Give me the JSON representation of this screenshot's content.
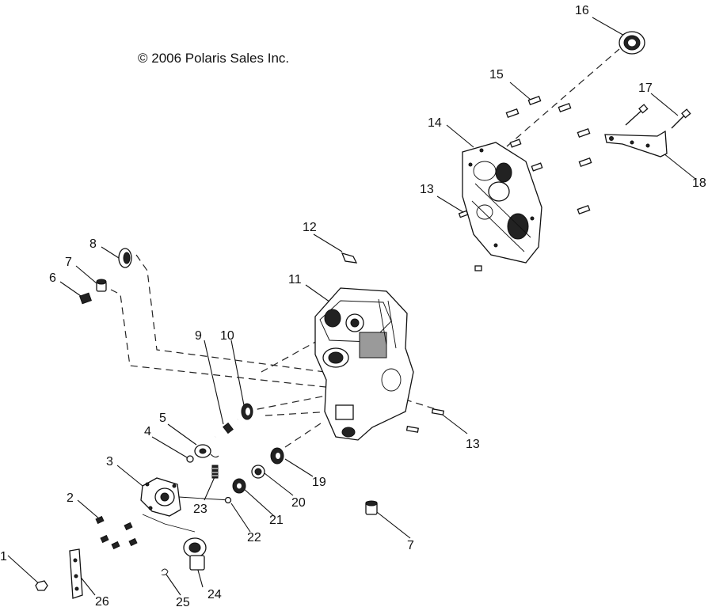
{
  "copyright": "© 2006 Polaris Sales Inc.",
  "callouts": {
    "c1": "1",
    "c2": "2",
    "c3": "3",
    "c4": "4",
    "c5": "5",
    "c6": "6",
    "c7a": "7",
    "c7b": "7",
    "c8": "8",
    "c9": "9",
    "c10": "10",
    "c11": "11",
    "c12": "12",
    "c13a": "13",
    "c13b": "13",
    "c14": "14",
    "c15": "15",
    "c16": "16",
    "c17": "17",
    "c18": "18",
    "c19": "19",
    "c20": "20",
    "c21": "21",
    "c22": "22",
    "c23": "23",
    "c24": "24",
    "c25": "25",
    "c26": "26"
  }
}
